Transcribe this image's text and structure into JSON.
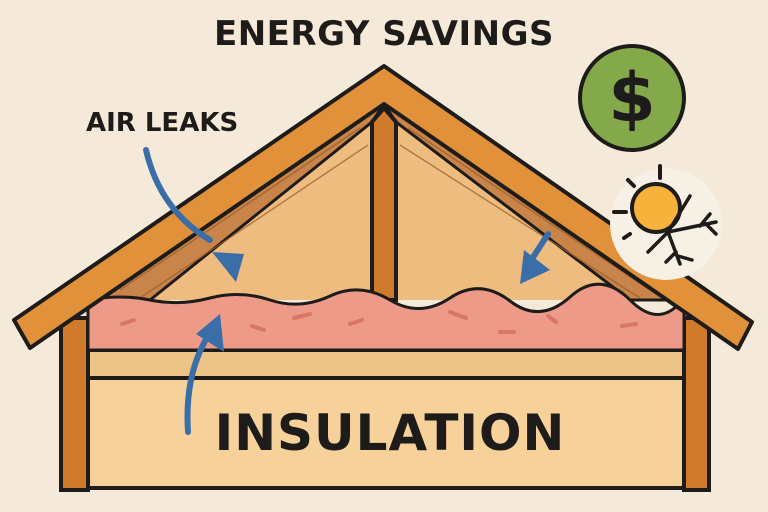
{
  "title": "ENERGY SAVINGS",
  "labels": {
    "air_leaks": "AIR LEAKS",
    "insulation": "INSULATION"
  },
  "icons": {
    "money": "dollar-sign",
    "climate": "sun-snowflake"
  },
  "money_symbol": "$",
  "colors": {
    "background": "#f5ead9",
    "roof": "#e0913a",
    "rafter_wood": "#c98449",
    "attic_inner": "#efbc7f",
    "insulation_pink": "#ee9a88",
    "band": "#ecc485",
    "wall_box": "#f7d19a",
    "post": "#d07a2c",
    "arrow_blue": "#3a6ea8",
    "coin_green": "#84a94a",
    "sun": "#f7b23b",
    "outline": "#1e1c1a"
  }
}
